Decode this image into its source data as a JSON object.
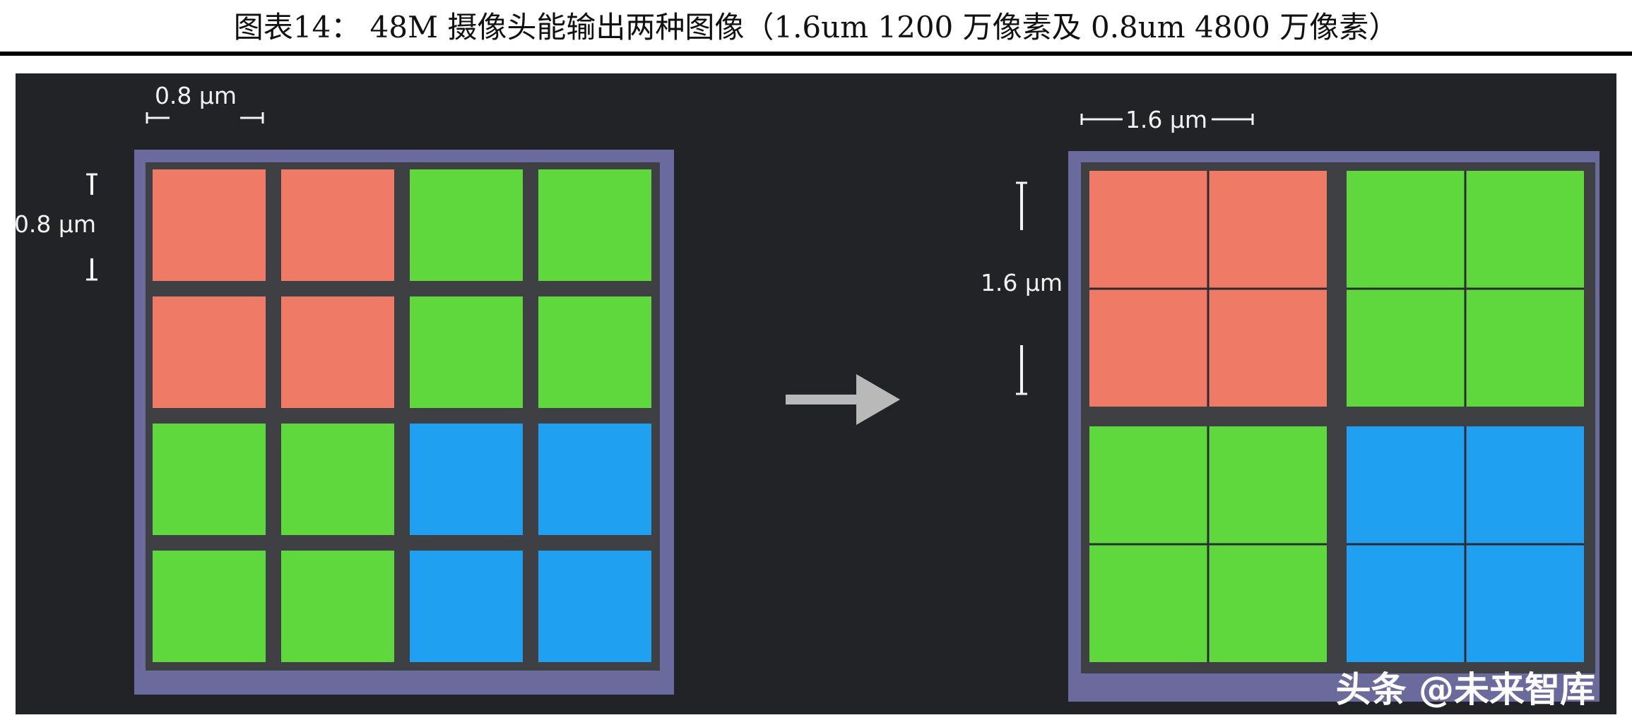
{
  "caption": "图表14：  48M 摄像头能输出两种图像（1.6um 1200 万像素及 0.8um 4800 万像素）",
  "left_sensor": {
    "width_label": "0.8 μm",
    "height_label": "0.8 μm",
    "pixel_colors": [
      [
        "red",
        "red",
        "green",
        "green"
      ],
      [
        "red",
        "red",
        "green",
        "green"
      ],
      [
        "green",
        "green",
        "blue",
        "blue"
      ],
      [
        "green",
        "green",
        "blue",
        "blue"
      ]
    ]
  },
  "right_sensor": {
    "width_label": "1.6 μm",
    "height_label": "1.6 μm",
    "pixel_colors": [
      [
        "red",
        "green"
      ],
      [
        "green",
        "blue"
      ]
    ]
  },
  "colors": {
    "red": "#ef7b66",
    "green": "#5fd83d",
    "blue": "#1fa0f0",
    "frame": "#6b6a9c",
    "cell_border": "#3f4044",
    "background": "#212327",
    "arrow": "#b9b9b9"
  },
  "watermark": "头条 @未来智库"
}
